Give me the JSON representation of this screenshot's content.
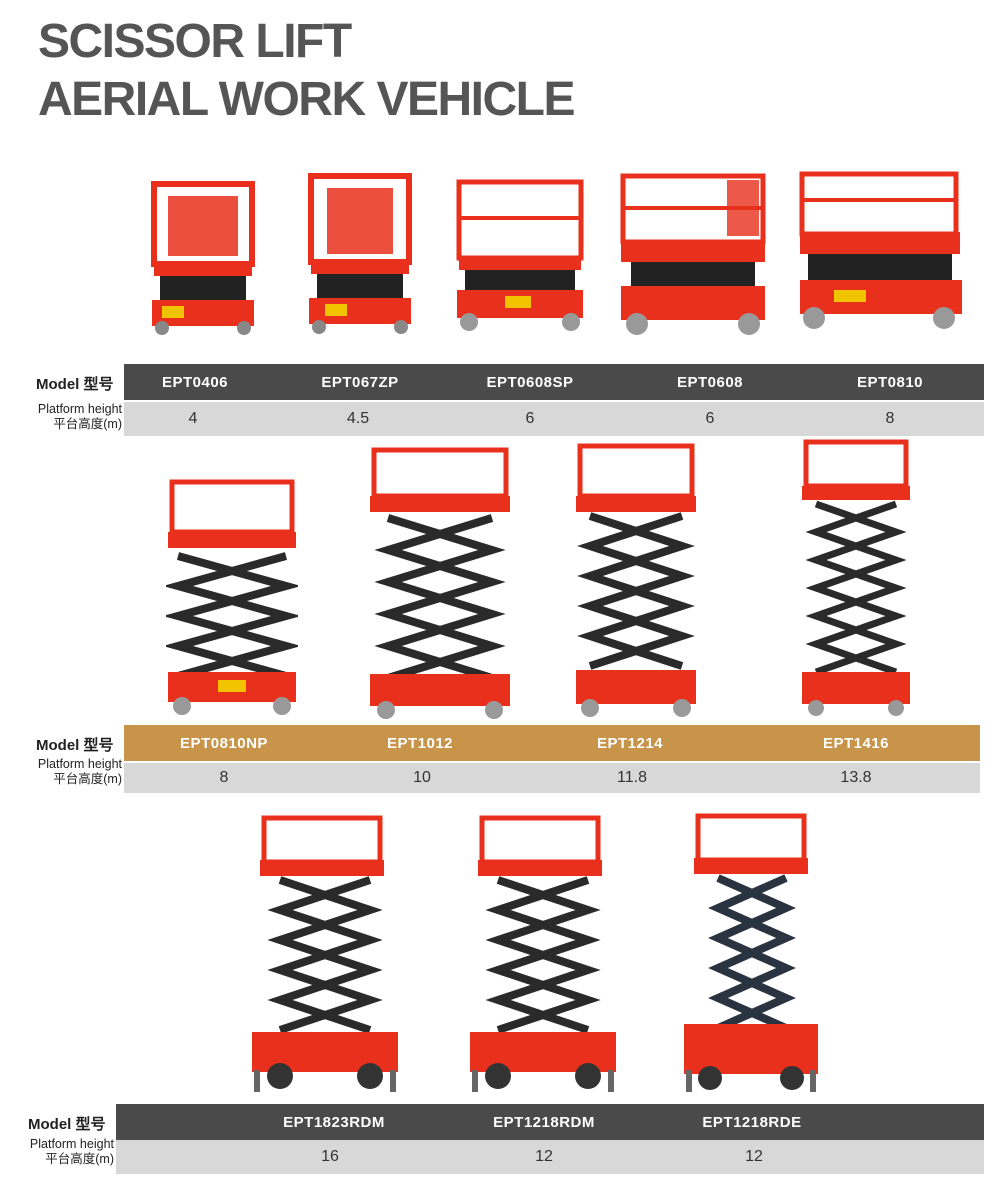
{
  "header": {
    "title_line1": "SCISSOR LIFT",
    "title_line2": "AERIAL WORK VEHICLE"
  },
  "labels": {
    "model": "Model 型号",
    "height_en": "Platform height",
    "height_cn": "平台高度(m)"
  },
  "colors": {
    "lift_red": "#e8301c",
    "scissor_black": "#2a2a2a",
    "band_dark": "#4a4a4a",
    "band_gold": "#c8944a",
    "band_light": "#d8d8d8"
  },
  "rows": [
    {
      "band_color": "#4a4a4a",
      "models": [
        {
          "name": "EPT0406",
          "height": "4"
        },
        {
          "name": "EPT067ZP",
          "height": "4.5"
        },
        {
          "name": "EPT0608SP",
          "height": "6"
        },
        {
          "name": "EPT0608",
          "height": "6"
        },
        {
          "name": "EPT0810",
          "height": "8"
        }
      ]
    },
    {
      "band_color": "#c8944a",
      "models": [
        {
          "name": "EPT0810NP",
          "height": "8"
        },
        {
          "name": "EPT1012",
          "height": "10"
        },
        {
          "name": "EPT1214",
          "height": "11.8"
        },
        {
          "name": "EPT1416",
          "height": "13.8"
        }
      ]
    },
    {
      "band_color": "#4a4a4a",
      "models": [
        {
          "name": "EPT1823RDM",
          "height": "16"
        },
        {
          "name": "EPT1218RDM",
          "height": "12"
        },
        {
          "name": "EPT1218RDE",
          "height": "12"
        }
      ]
    }
  ]
}
